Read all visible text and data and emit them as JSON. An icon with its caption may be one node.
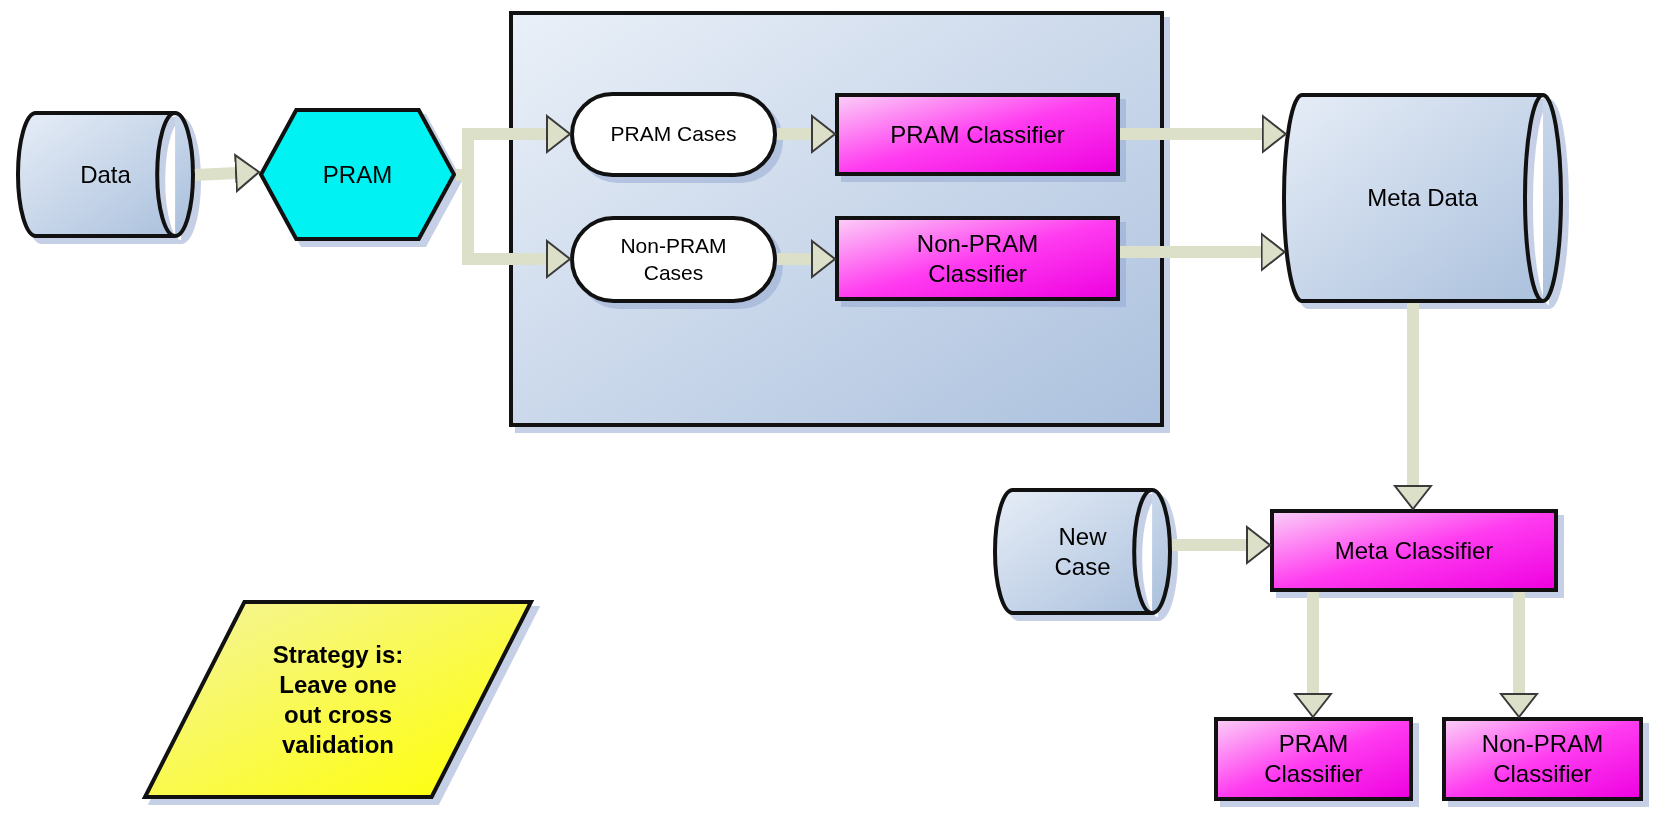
{
  "diagram": {
    "nodes": [
      {
        "text": [
          "Data"
        ]
      },
      {
        "text": [
          "PRAM"
        ]
      },
      {
        "text": [],
        "shape": "box"
      },
      {
        "text": [
          "PRAM Cases"
        ],
        "in": 2
      },
      {
        "text": [
          "PRAM Classifier"
        ],
        "in": 2
      },
      {
        "text": [
          "Non-PRAM Cases"
        ],
        "in": 2
      },
      {
        "text": [
          "Non-PRAM Classifier"
        ],
        "in": 2
      },
      {
        "text": [
          "Meta Data"
        ]
      },
      {
        "text": [
          "New Case"
        ]
      },
      {
        "text": [
          "Meta Classifier"
        ]
      },
      {
        "text": [
          "PRAM Classifier"
        ]
      },
      {
        "text": [
          "Non-PRAM Classifier"
        ]
      },
      {
        "text": [
          "Strategy is: Leave one out cross validation"
        ]
      }
    ],
    "edges": [
      {
        "from": 0,
        "to": 1,
        "arrow": "to"
      },
      {
        "from": 1,
        "to": 3,
        "arrow": "to"
      },
      {
        "from": 1,
        "to": 5,
        "arrow": "to"
      },
      {
        "from": 3,
        "to": 4,
        "arrow": "to"
      },
      {
        "from": 5,
        "to": 6,
        "arrow": "to"
      },
      {
        "from": 4,
        "to": 7,
        "arrow": "to"
      },
      {
        "from": 6,
        "to": 7,
        "arrow": "to"
      },
      {
        "from": 7,
        "to": 9,
        "arrow": "to"
      },
      {
        "from": 8,
        "to": 9,
        "arrow": "to"
      },
      {
        "from": 9,
        "to": 10,
        "arrow": "to"
      },
      {
        "from": 9,
        "to": 11,
        "arrow": "to"
      }
    ]
  }
}
